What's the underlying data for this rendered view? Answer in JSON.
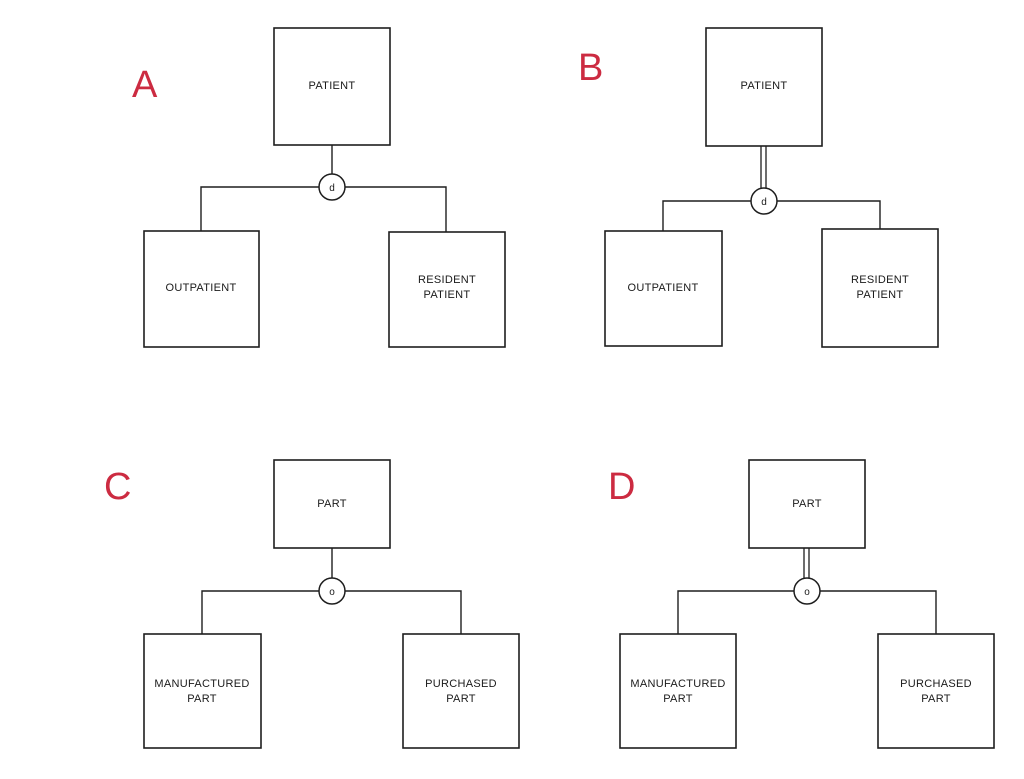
{
  "figure": {
    "title": "",
    "background_color": "#ffffff",
    "line_color": "#1e1e1e",
    "label_color": "#cc2b41",
    "text_color": "#1a1a1a"
  },
  "panels": [
    {
      "id": "A",
      "letter": "A",
      "superclass": "PATIENT",
      "circle_symbol": "d",
      "circle_meaning": "disjoint",
      "participation": "partial",
      "participation_line": "single",
      "subclasses": [
        {
          "line1": "OUTPATIENT",
          "line2": ""
        },
        {
          "line1": "RESIDENT",
          "line2": "PATIENT"
        }
      ]
    },
    {
      "id": "B",
      "letter": "B",
      "superclass": "PATIENT",
      "circle_symbol": "d",
      "circle_meaning": "disjoint",
      "participation": "total",
      "participation_line": "double",
      "subclasses": [
        {
          "line1": "OUTPATIENT",
          "line2": ""
        },
        {
          "line1": "RESIDENT",
          "line2": "PATIENT"
        }
      ]
    },
    {
      "id": "C",
      "letter": "C",
      "superclass": "PART",
      "circle_symbol": "o",
      "circle_meaning": "overlapping",
      "participation": "partial",
      "participation_line": "single",
      "subclasses": [
        {
          "line1": "MANUFACTURED",
          "line2": "PART"
        },
        {
          "line1": "PURCHASED",
          "line2": "PART"
        }
      ]
    },
    {
      "id": "D",
      "letter": "D",
      "superclass": "PART",
      "circle_symbol": "o",
      "circle_meaning": "overlapping",
      "participation": "total",
      "participation_line": "double",
      "subclasses": [
        {
          "line1": "MANUFACTURED",
          "line2": "PART"
        },
        {
          "line1": "PURCHASED",
          "line2": "PART"
        }
      ]
    }
  ]
}
